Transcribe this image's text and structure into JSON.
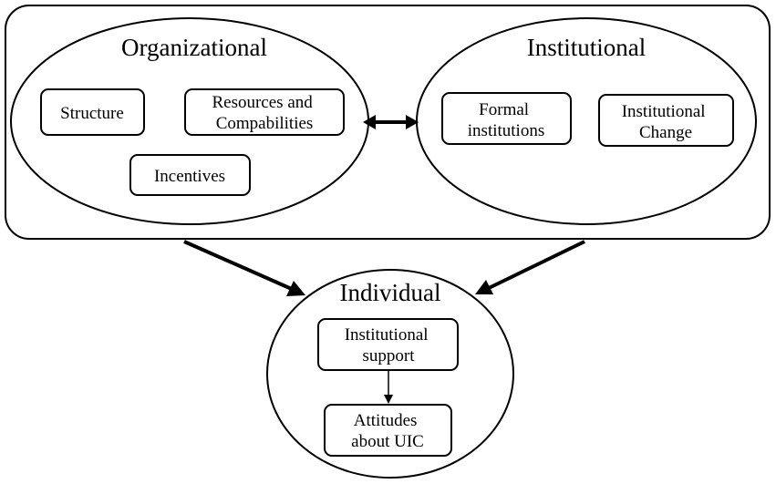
{
  "groups": {
    "organizational": {
      "title": "Organizational",
      "boxes": {
        "structure": [
          "Structure"
        ],
        "resources": [
          "Resources and",
          "Compabilities"
        ],
        "incentives": [
          "Incentives"
        ]
      }
    },
    "institutional": {
      "title": "Institutional",
      "boxes": {
        "formal": [
          "Formal",
          "institutions"
        ],
        "change": [
          "Institutional",
          "Change"
        ]
      }
    },
    "individual": {
      "title": "Individual",
      "boxes": {
        "support": [
          "Institutional",
          "support"
        ],
        "attitudes": [
          "Attitudes",
          "about UIC"
        ]
      }
    }
  },
  "colors": {
    "stroke": "#000000",
    "background": "#ffffff"
  }
}
